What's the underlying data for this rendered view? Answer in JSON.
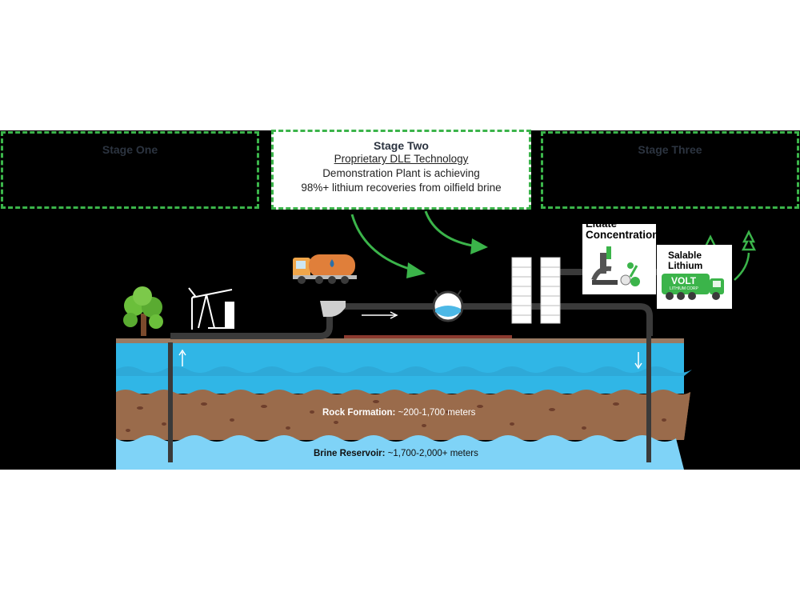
{
  "stages": {
    "one": {
      "title": "Stage One"
    },
    "two": {
      "title": "Stage Two",
      "subtitle": "Proprietary DLE Technology",
      "line1": "Demonstration Plant is achieving",
      "line2": "98%+ lithium recoveries from oilfield brine"
    },
    "three": {
      "title": "Stage Three"
    }
  },
  "process": {
    "concentration_title": "Concentration",
    "concentration_partial": "Eluate",
    "salable_line1": "Salable",
    "salable_line2": "Lithium",
    "truck_brand": "VOLT",
    "truck_sub": "LITHIUM CORP"
  },
  "ground": {
    "rock": {
      "label": "Rock Formation:",
      "value": "~200-1,700 meters"
    },
    "brine": {
      "label": "Brine Reservoir:",
      "value": "~1,700-2,000+ meters"
    }
  },
  "colors": {
    "accent_green": "#3bb44a",
    "water_blue": "#30b6e6",
    "rock_brown": "#9a6b4b",
    "brine_blue": "#7fd3f7",
    "pipe": "#3a3a3a"
  },
  "icons": [
    "tree-icon",
    "pumpjack-icon",
    "tanker-truck-icon",
    "pump-icon",
    "ion-exchange-columns-icon",
    "microscope-icon",
    "lithium-truck-icon",
    "pine-tree-icon"
  ]
}
